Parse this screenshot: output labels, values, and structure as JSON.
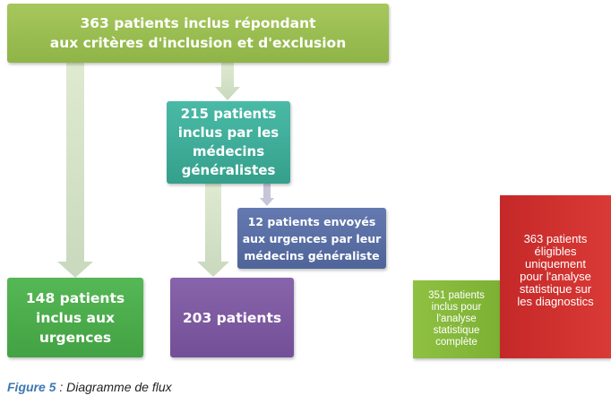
{
  "colors": {
    "green_light": "#9cbf52",
    "teal": "#3eae9a",
    "blue_slate": "#5a72a8",
    "green": "#4cae4c",
    "purple": "#7f5ba2",
    "red": "#d0302f",
    "arrow": "#d8e6c3"
  },
  "flow": {
    "top_box": "363 patients inclus répondant\naux critères d'inclusion et d'exclusion",
    "gp_box": "215 patients\ninclus par les\nmédecins\ngénéralistes",
    "sent_box": "12 patients envoyés\naux urgences par leur\nmédecins généraliste",
    "er_box": "148 patients\ninclus aux\nurgences",
    "n203_box": "203 patients"
  },
  "columns": {
    "c351": "351 patients\ninclus pour\nl'analyse\nstatistique\ncomplète",
    "c363": "363 patients\néligibles\nuniquement\npour l'analyse\nstatistique sur\nles diagnostics"
  },
  "caption": {
    "label": "Figure 5",
    "text": " : Diagramme de flux"
  }
}
